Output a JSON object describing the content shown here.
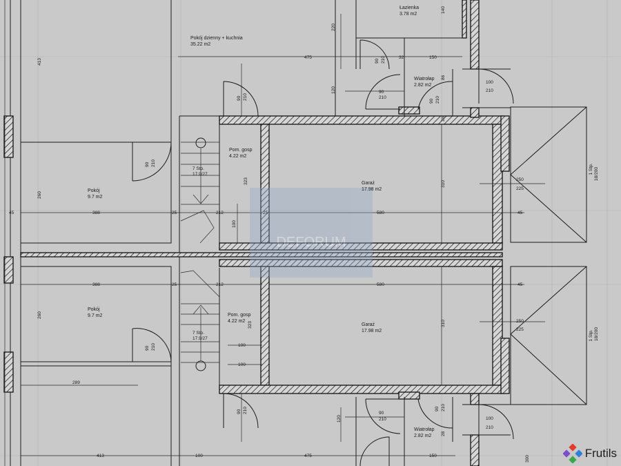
{
  "rooms": {
    "lazienka": {
      "name": "Łazienka",
      "area": "3.78 m2"
    },
    "pokoj_dzienny": {
      "name": "Pokój dzienny + kuchnia",
      "area": "35.22 m2"
    },
    "wiatrolap_top": {
      "name": "Wiatrołap",
      "area": "2.82 m2"
    },
    "pom_gosp_top": {
      "name": "Pom. gosp",
      "area": "4.22 m2"
    },
    "garaz_top": {
      "name": "Garaż",
      "area": "17.98 m2"
    },
    "pokoj_top": {
      "name": "Pokój",
      "area": "9.7 m2"
    },
    "stairs_top": {
      "name": "7 Stp.",
      "area": "17.9/27"
    },
    "pokoj_bottom": {
      "name": "Pokój",
      "area": "9.7 m2"
    },
    "pom_gosp_bottom": {
      "name": "Pom. gosp",
      "area": "4.22 m2"
    },
    "stairs_bottom": {
      "name": "7 Stp.",
      "area": "17.9/27"
    },
    "garaz_bottom": {
      "name": "Garaż",
      "area": "17.98 m2"
    },
    "wiatrolap_bottom": {
      "name": "Wiatrołap",
      "area": "2.82 m2"
    },
    "ramp_top": {
      "name": "1 Stp.",
      "area": "18/200"
    },
    "ramp_bottom": {
      "name": "1 Stp.",
      "area": "18/200"
    }
  },
  "dims": {
    "d413a": "413",
    "d475a": "475",
    "d220": "220",
    "d140": "140",
    "d150a": "150",
    "d32": "32",
    "d90a": "90",
    "d210a": "210",
    "d120a": "120",
    "d90b": "90",
    "d210b": "210",
    "d86": "86",
    "d90c": "90",
    "d210c": "210",
    "d28a": "28",
    "d100a": "100",
    "d210d": "210",
    "d90d": "90",
    "d210e": "210",
    "d90e": "90",
    "d210f": "210",
    "d323a": "323",
    "d310a": "310",
    "d250a": "250",
    "d225a": "225",
    "d260a": "260",
    "d45a": "45",
    "d388a": "388",
    "d25a": "25",
    "d212a": "212",
    "d100b": "100",
    "d25b": "25",
    "d580a": "580",
    "d45b": "45",
    "d388b": "388",
    "d25c": "25",
    "d212b": "212",
    "d580b": "580",
    "d45c": "45",
    "d260b": "260",
    "d323b": "323",
    "d310b": "310",
    "d250b": "250",
    "d225b": "225",
    "d90f": "90",
    "d210g": "210",
    "d100c": "100",
    "d100d": "100",
    "d289": "289",
    "d90g": "90",
    "d210h": "210",
    "d120b": "120",
    "d90h": "90",
    "d210i": "210",
    "d90i": "90",
    "d210j": "210",
    "d28b": "28",
    "d100e": "100",
    "d210k": "210",
    "d413b": "413",
    "d100f": "100",
    "d475b": "475",
    "d150b": "150",
    "d300": "300"
  },
  "watermark": {
    "text": "DEFORUM"
  },
  "brand": {
    "name": "Frutils",
    "colors": [
      "#e23b2e",
      "#2e7fd6",
      "#3aa84a",
      "#7b4fc9"
    ]
  }
}
